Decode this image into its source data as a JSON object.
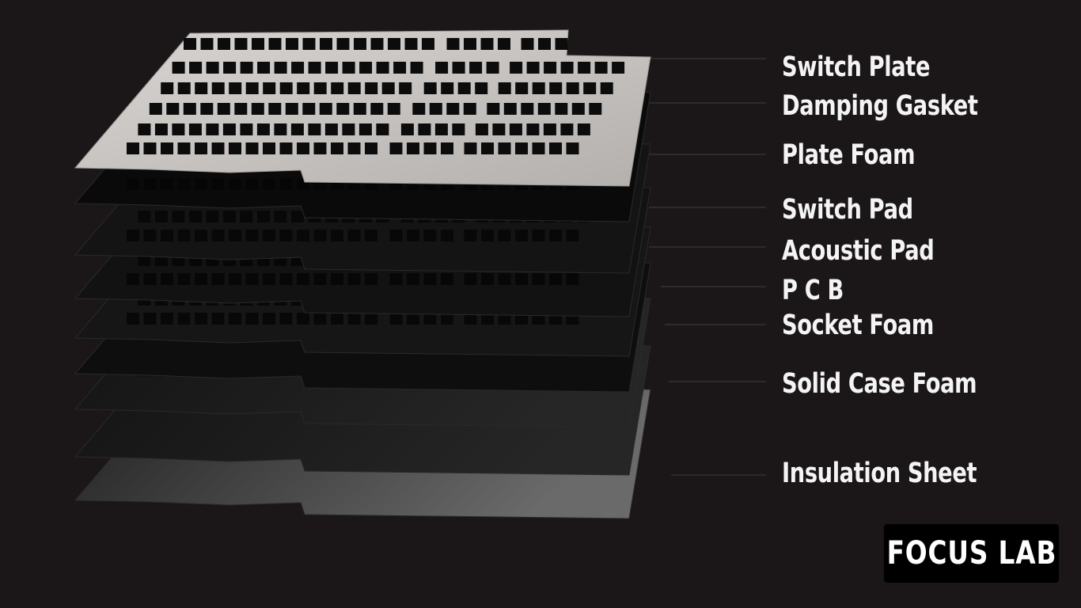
{
  "layers": [
    {
      "label": "Switch Plate",
      "color": "#c9c6c4"
    },
    {
      "label": "Damping Gasket",
      "color": "#0a0a0a"
    },
    {
      "label": "Plate Foam",
      "color": "#141414"
    },
    {
      "label": "Switch Pad",
      "color": "#121212"
    },
    {
      "label": "Acoustic Pad",
      "color": "#161616"
    },
    {
      "label": "P C B",
      "color": "#0e0e0e"
    },
    {
      "label": "Socket Foam",
      "color": "#202020"
    },
    {
      "label": "Solid Case Foam",
      "color": "#1c1c1c"
    },
    {
      "label": "Insulation Sheet",
      "color": "#3a3a3a"
    }
  ],
  "brand": {
    "name": "FOCUS LAB"
  },
  "colors": {
    "background": "#1b1718",
    "text": "#f4f4f4",
    "leader": "#3c3c3c"
  }
}
